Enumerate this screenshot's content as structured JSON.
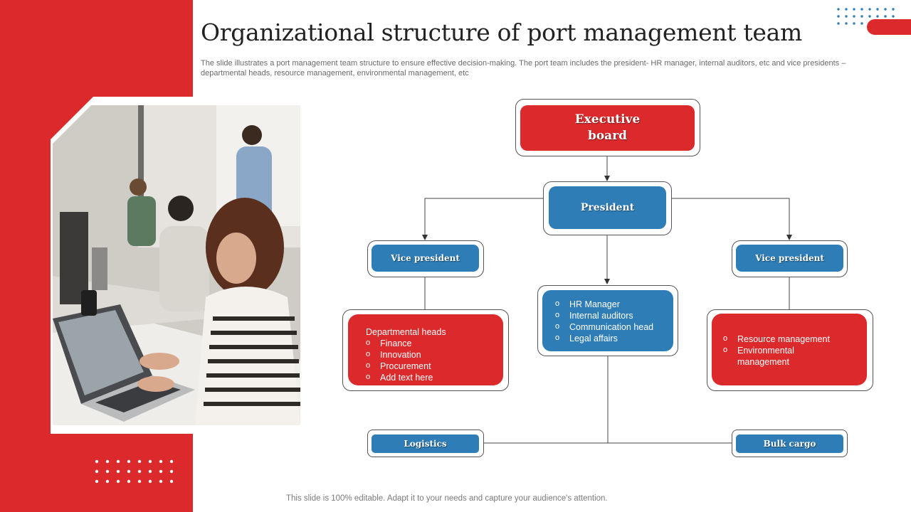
{
  "slide": {
    "title": "Organizational structure of port management team",
    "subtitle": "The slide illustrates a port management team structure to ensure effective decision-making. The port team includes the president- HR manager, internal auditors, etc and vice presidents – departmental heads, resource management, environmental management, etc",
    "footer": "This slide is 100% editable. Adapt it to your needs and capture your audience's attention."
  },
  "colors": {
    "accent_red": "#dc2a2c",
    "accent_blue": "#2f7db6"
  },
  "org": {
    "executive_board": "Executive board",
    "president": "President",
    "vp_left": "Vice president",
    "vp_right": "Vice president",
    "left_group": {
      "heading": "Departmental heads",
      "items": [
        "Finance",
        "Innovation",
        "Procurement",
        "Add text here"
      ]
    },
    "center_group": {
      "items": [
        "HR Manager",
        "Internal auditors",
        "Communication head",
        "Legal affairs"
      ]
    },
    "right_group": {
      "items": [
        "Resource management",
        "Environmental management"
      ]
    },
    "logistics": "Logistics",
    "bulk_cargo": "Bulk cargo"
  }
}
